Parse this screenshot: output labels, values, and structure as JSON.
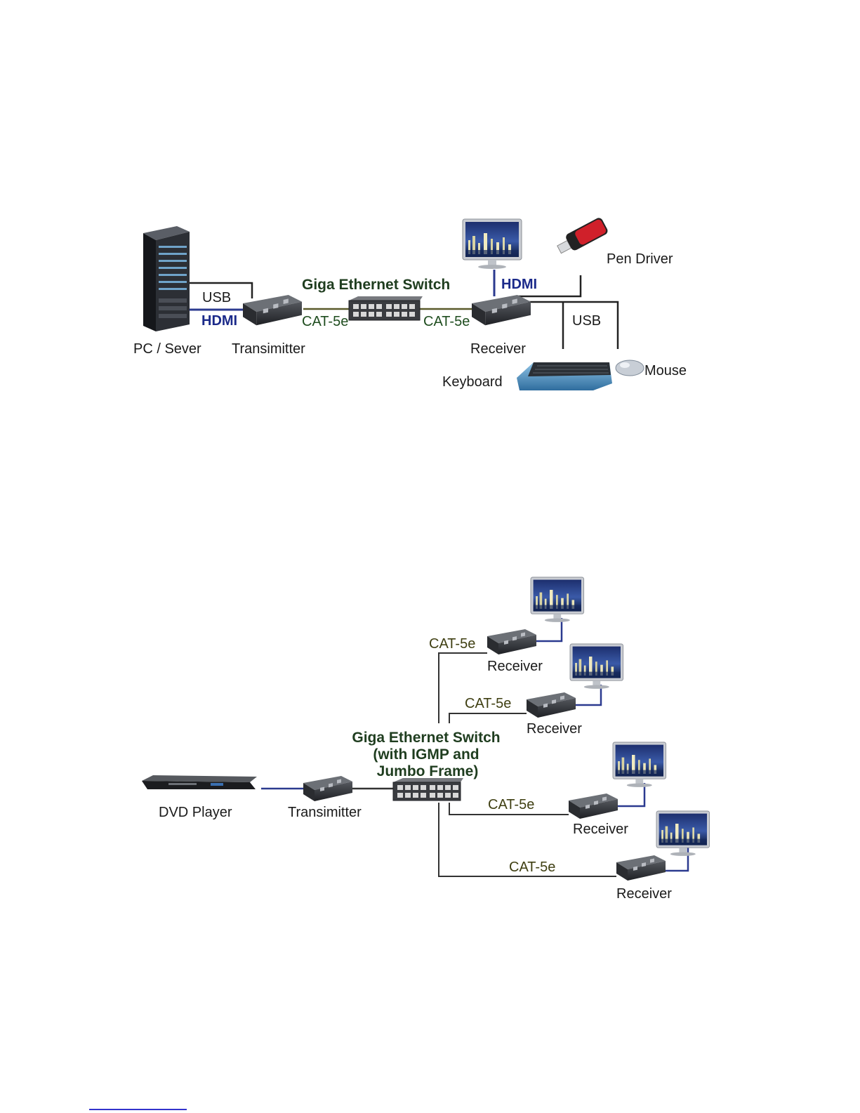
{
  "diagram1": {
    "switch_label": "Giga Ethernet Switch",
    "pc_label": "PC / Sever",
    "transmitter_label": "Transimitter",
    "receiver_label": "Receiver",
    "usb_left": "USB",
    "hdmi_left": "HDMI",
    "cat_left": "CAT-5e",
    "cat_right": "CAT-5e",
    "hdmi_top": "HDMI",
    "pen_label": "Pen Driver",
    "usb_right": "USB",
    "keyboard_label": "Keyboard",
    "mouse_label": "Mouse"
  },
  "diagram2": {
    "switch_label_1": "Giga Ethernet Switch",
    "switch_label_2": "(with IGMP and",
    "switch_label_3": "Jumbo Frame)",
    "dvd_label": "DVD Player",
    "transmitter_label": "Transimitter",
    "cat_1": "CAT-5e",
    "cat_2": "CAT-5e",
    "cat_3": "CAT-5e",
    "cat_4": "CAT-5e",
    "receiver_1": "Receiver",
    "receiver_2": "Receiver",
    "receiver_3": "Receiver",
    "receiver_4": "Receiver"
  },
  "colors": {
    "hdmi_cable": "#2b3a8f",
    "cat_cable": "#5a5a2a",
    "usb_cable": "#222222"
  }
}
